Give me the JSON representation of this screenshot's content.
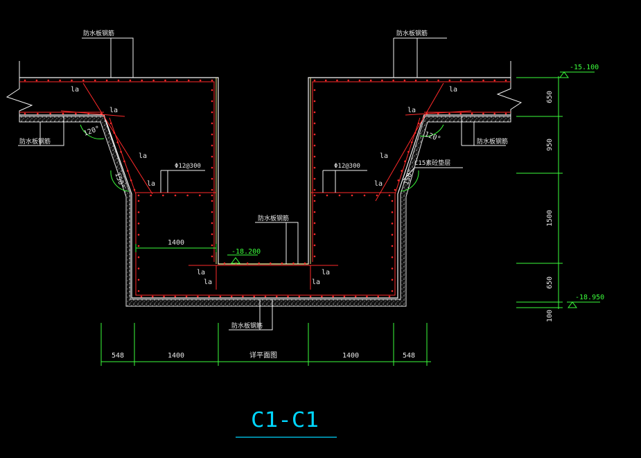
{
  "title": "C1-C1",
  "callouts": {
    "top_left": "防水板钢筋",
    "top_right": "防水板钢筋",
    "center": "防水板钢筋",
    "bottom": "防水板钢筋",
    "left_side": "防水板钢筋",
    "right_side": "防水板钢筋",
    "cushion": "C15素砼垫层"
  },
  "rebar": {
    "left": "Φ12@300",
    "right": "Φ12@300"
  },
  "anchor_label": "la",
  "angles": {
    "upper": "120°",
    "lower": "150°"
  },
  "dims": {
    "inner_width": "1400",
    "bottom": [
      "548",
      "1400",
      "详平面图",
      "1400",
      "548"
    ],
    "right": [
      "650",
      "950",
      "1500",
      "650",
      "100"
    ]
  },
  "elevations": {
    "top": "-15.100",
    "pit_bottom": "-18.200",
    "bottom": "-18.950"
  },
  "colors": {
    "concrete": "#ffffff",
    "rebar": "#ff2a2a",
    "dim": "#3cff3c",
    "title": "#00d7ff",
    "outline": "#f0e68c"
  }
}
